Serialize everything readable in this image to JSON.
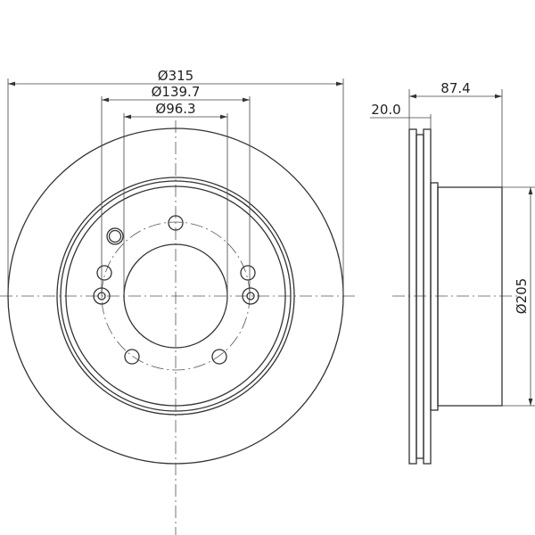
{
  "dimensions": {
    "outer_diameter": "Ø315",
    "pcd": "Ø139.7",
    "center_bore": "Ø96.3",
    "height": "87.4",
    "thickness": "20.0",
    "hat_diameter": "Ø205"
  },
  "views": [
    "front-view",
    "side-view"
  ],
  "line_color": "#333333"
}
